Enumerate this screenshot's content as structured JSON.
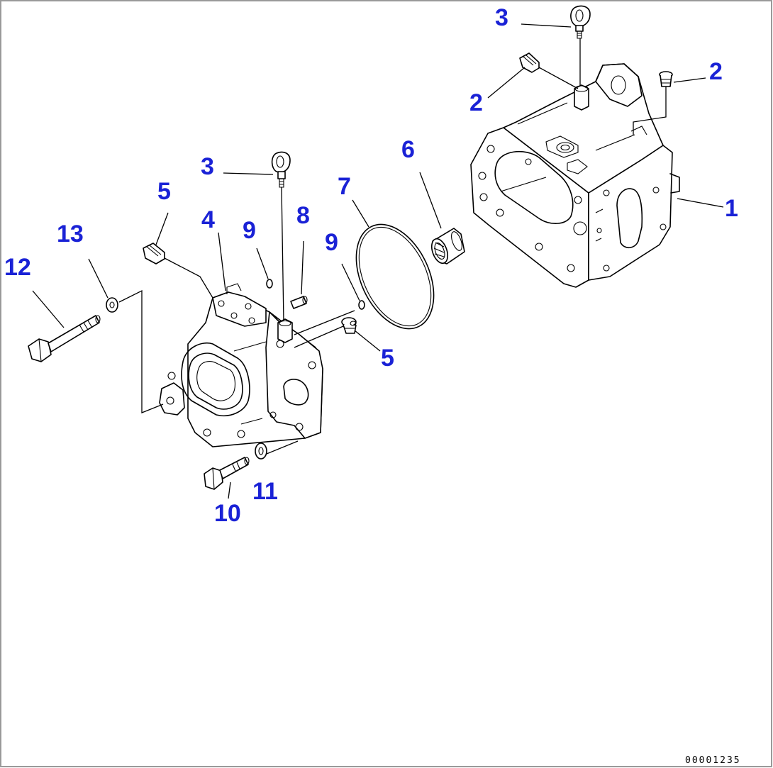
{
  "diagram": {
    "labels": {
      "l1": "1",
      "l2a": "2",
      "l2b": "2",
      "l3a": "3",
      "l3b": "3",
      "l4": "4",
      "l5a": "5",
      "l5b": "5",
      "l6": "6",
      "l7": "7",
      "l8": "8",
      "l9a": "9",
      "l9b": "9",
      "l10": "10",
      "l11": "11",
      "l12": "12",
      "l13": "13"
    },
    "figure_code": "00001235"
  },
  "colors": {
    "label": "#1a22d6",
    "line": "#000000",
    "background": "#ffffff",
    "frame": "#9a9a9a"
  }
}
